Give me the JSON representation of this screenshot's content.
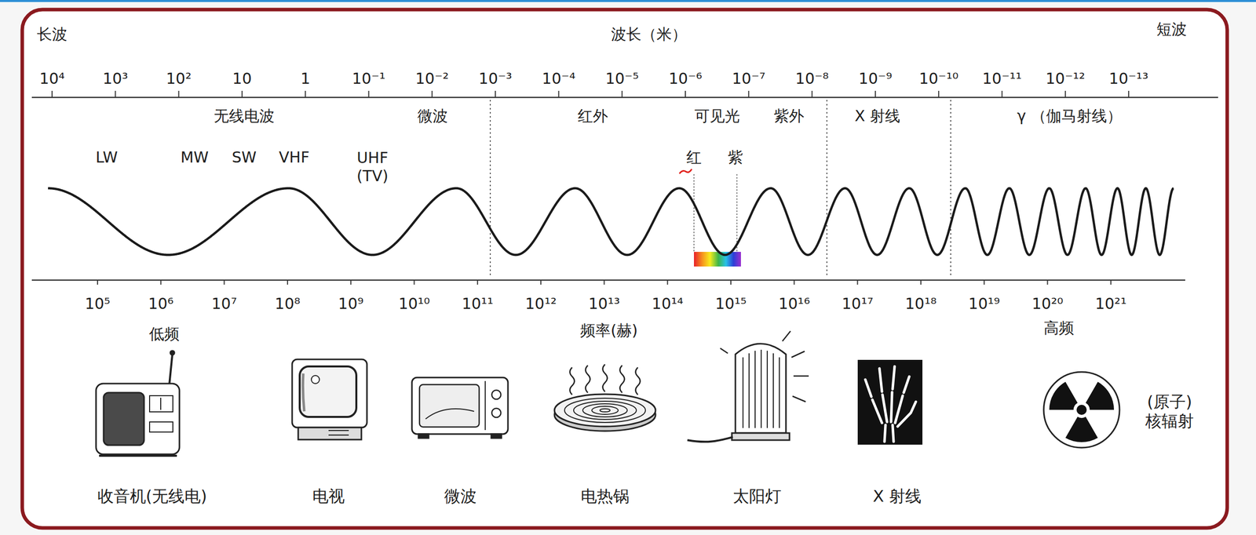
{
  "diagram": {
    "labels": [
      "长波",
      "波长（米）",
      "短波",
      "10⁴",
      "10³",
      "10²",
      "10",
      "1",
      "10⁻¹",
      "10⁻²",
      "10⁻³",
      "10⁻⁴",
      "10⁻⁵",
      "10⁻⁶",
      "10⁻⁷",
      "10⁻⁸",
      "10⁻⁹",
      "10⁻¹⁰",
      "10⁻¹¹",
      "10⁻¹²",
      "10⁻¹³",
      "无线电波",
      "微波",
      "红外",
      "可见光",
      "紫外",
      "X 射线",
      "γ （伽马射线）",
      "LW",
      "MW",
      "SW",
      "VHF",
      "UHF (TV)",
      "红",
      "紫",
      "10⁵",
      "10⁶",
      "10⁷",
      "10⁸",
      "10⁹",
      "10¹⁰",
      "10¹¹",
      "10¹²",
      "10¹³",
      "10¹⁴",
      "10¹⁵",
      "10¹⁶",
      "10¹⁷",
      "10¹⁸",
      "10¹⁹",
      "10²⁰",
      "10²¹",
      "低频",
      "频率(赫)",
      "高频",
      "收音机(无线电)",
      "电视",
      "微波",
      "电热锅",
      "太阳灯",
      "X 射线",
      "(原子) 核辐射"
    ]
  }
}
